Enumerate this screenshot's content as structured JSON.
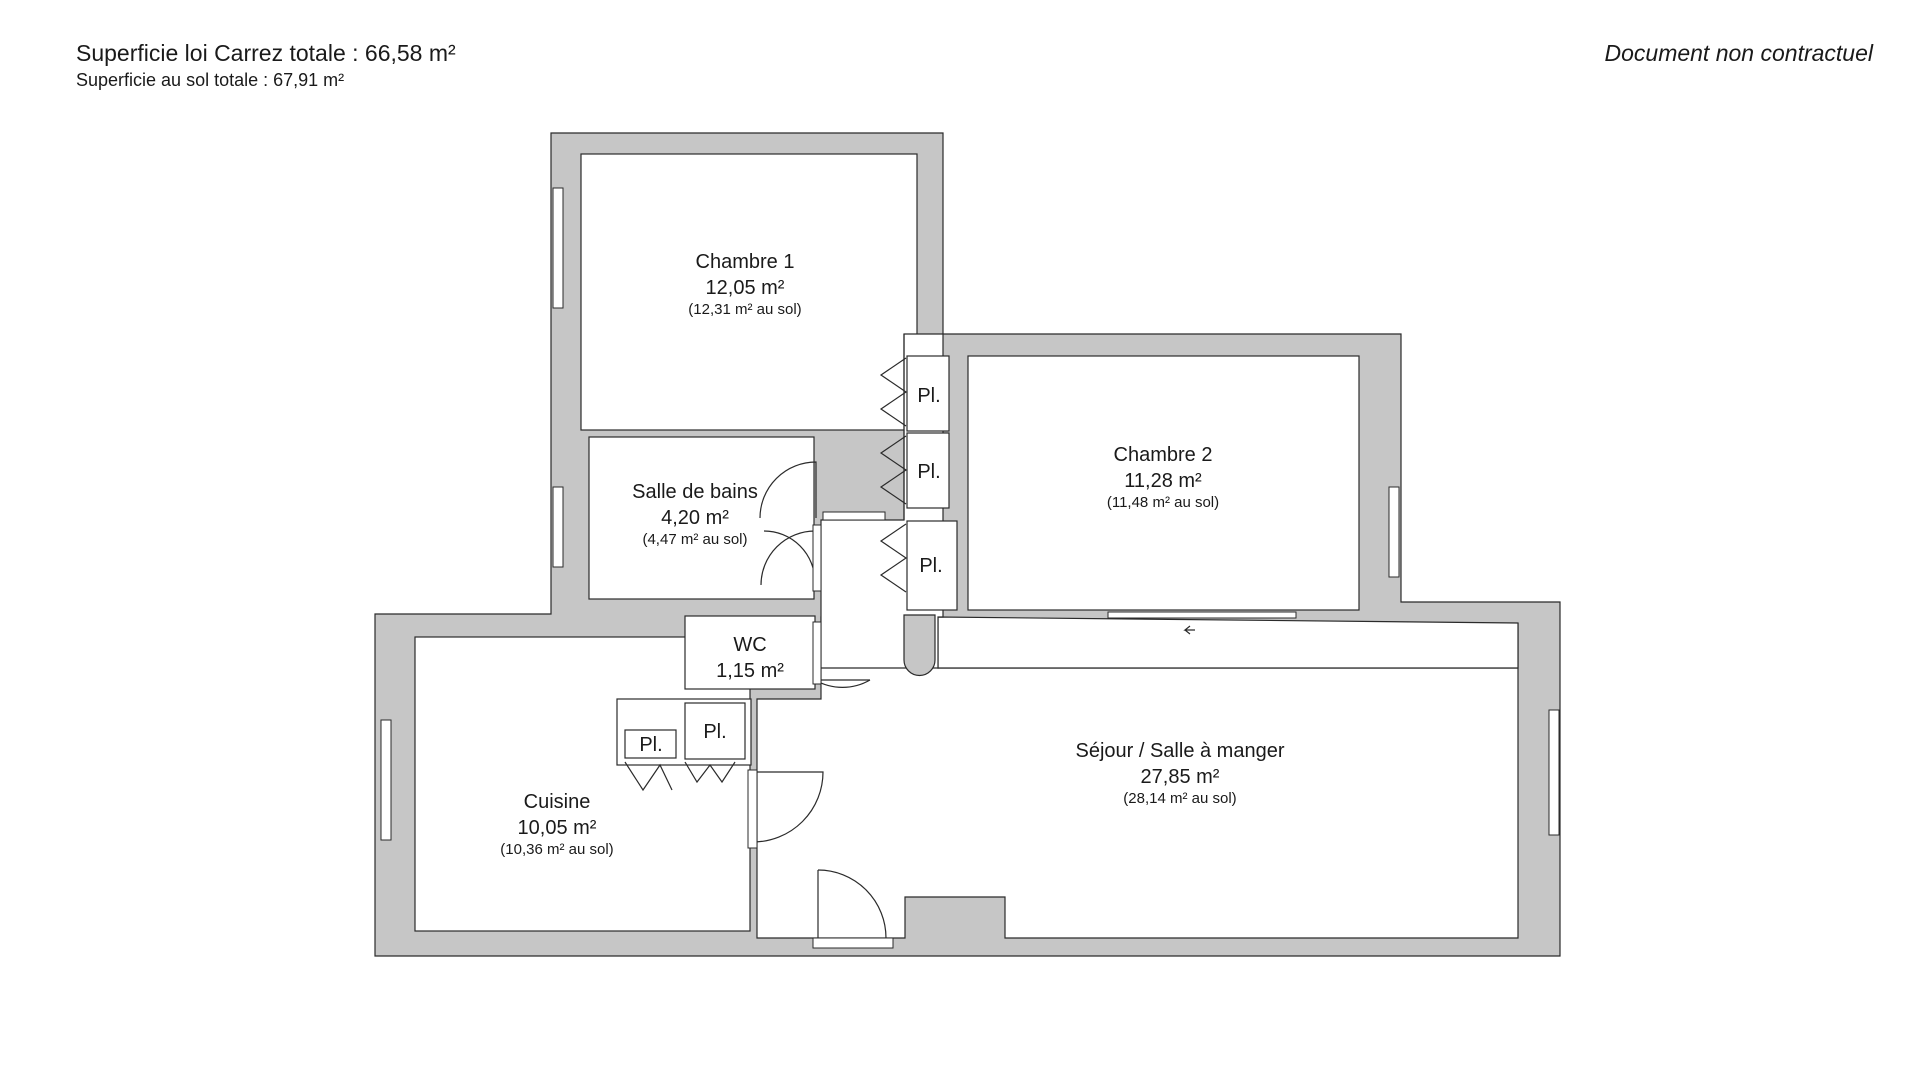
{
  "header": {
    "total_carrez": "Superficie loi Carrez totale :  66,58 m²",
    "total_sol": "Superficie au sol totale :  67,91 m²",
    "disclaimer": "Document non contractuel"
  },
  "rooms": {
    "chambre1": {
      "name": "Chambre 1",
      "area": "12,05 m²",
      "sol": "(12,31 m² au sol)"
    },
    "chambre2": {
      "name": "Chambre 2",
      "area": "11,28 m²",
      "sol": "(11,48 m² au sol)"
    },
    "sdb": {
      "name": "Salle de bains",
      "area": "4,20 m²",
      "sol": "(4,47 m² au sol)"
    },
    "wc": {
      "name": "WC",
      "area": "1,15 m²"
    },
    "cuisine": {
      "name": "Cuisine",
      "area": "10,05 m²",
      "sol": "(10,36 m² au sol)"
    },
    "sejour": {
      "name": "Séjour / Salle à manger",
      "area": "27,85 m²",
      "sol": "(28,14 m² au sol)"
    }
  },
  "placards": {
    "label": "Pl."
  },
  "colors": {
    "wall": "#c6c6c6",
    "room": "#ffffff",
    "line": "#2b2b2b"
  }
}
